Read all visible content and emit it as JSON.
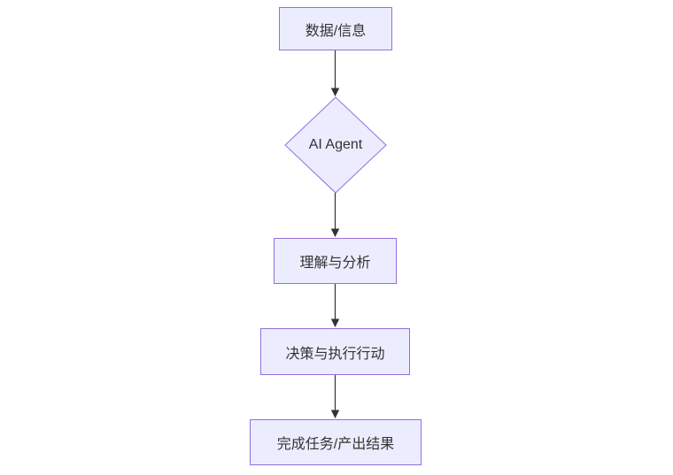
{
  "diagram": {
    "type": "flowchart",
    "direction": "top-down",
    "nodes": [
      {
        "id": "A",
        "shape": "rect",
        "label": "数据/信息"
      },
      {
        "id": "B",
        "shape": "diamond",
        "label": "AI Agent"
      },
      {
        "id": "C",
        "shape": "rect",
        "label": "理解与分析"
      },
      {
        "id": "D",
        "shape": "rect",
        "label": "决策与执行行动"
      },
      {
        "id": "E",
        "shape": "rect",
        "label": "完成任务/产出结果"
      }
    ],
    "edges": [
      {
        "from": "A",
        "to": "B",
        "label": ""
      },
      {
        "from": "B",
        "to": "C",
        "label": ""
      },
      {
        "from": "C",
        "to": "D",
        "label": ""
      },
      {
        "from": "D",
        "to": "E",
        "label": ""
      }
    ],
    "colors": {
      "node_fill": "#ECECFF",
      "node_border": "#9370DB",
      "edge_line": "#333333",
      "text": "#333333",
      "background": "#ffffff"
    }
  }
}
